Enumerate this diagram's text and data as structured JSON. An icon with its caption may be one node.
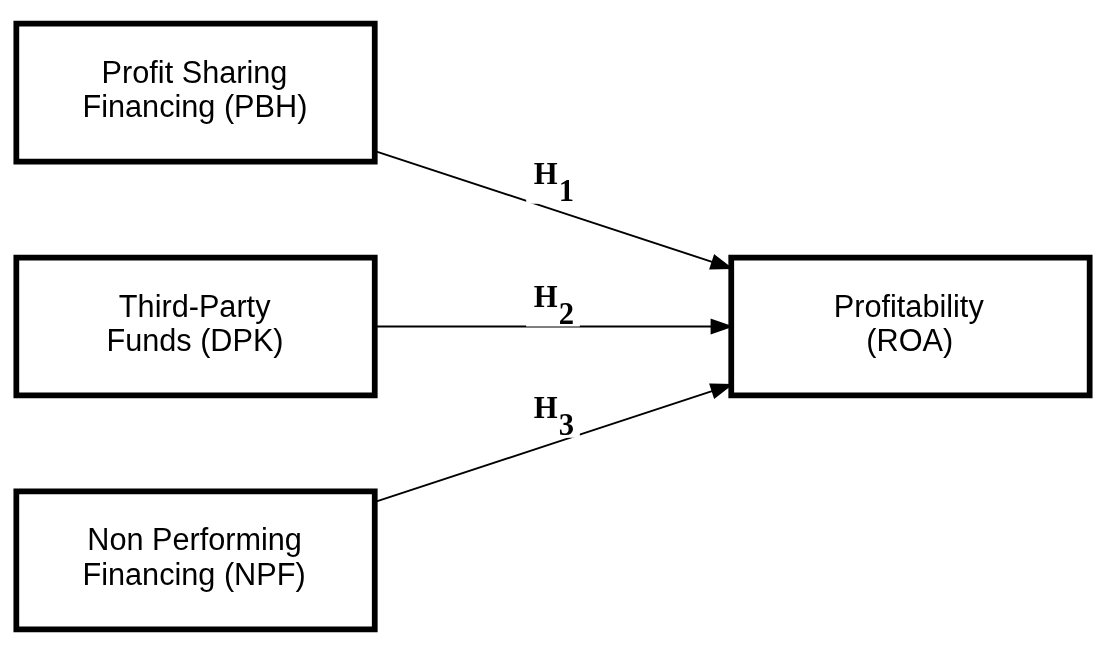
{
  "diagram": {
    "nodes": [
      {
        "text": [
          "Profit Sharing Financing (PBH)"
        ]
      },
      {
        "text": [
          "Third-Party Funds (DPK)"
        ]
      },
      {
        "text": [
          "Non Performing Financing (NPF)"
        ]
      },
      {
        "text": [
          "Profitability (ROA)"
        ]
      }
    ],
    "edges": [
      {
        "from": 0,
        "to": 3,
        "arrow": "to",
        "label": "H$_{1}$"
      },
      {
        "from": 1,
        "to": 3,
        "arrow": "to",
        "label": "H$_{2}$"
      },
      {
        "from": 2,
        "to": 3,
        "arrow": "to",
        "label": "H$_{3}$"
      }
    ]
  }
}
